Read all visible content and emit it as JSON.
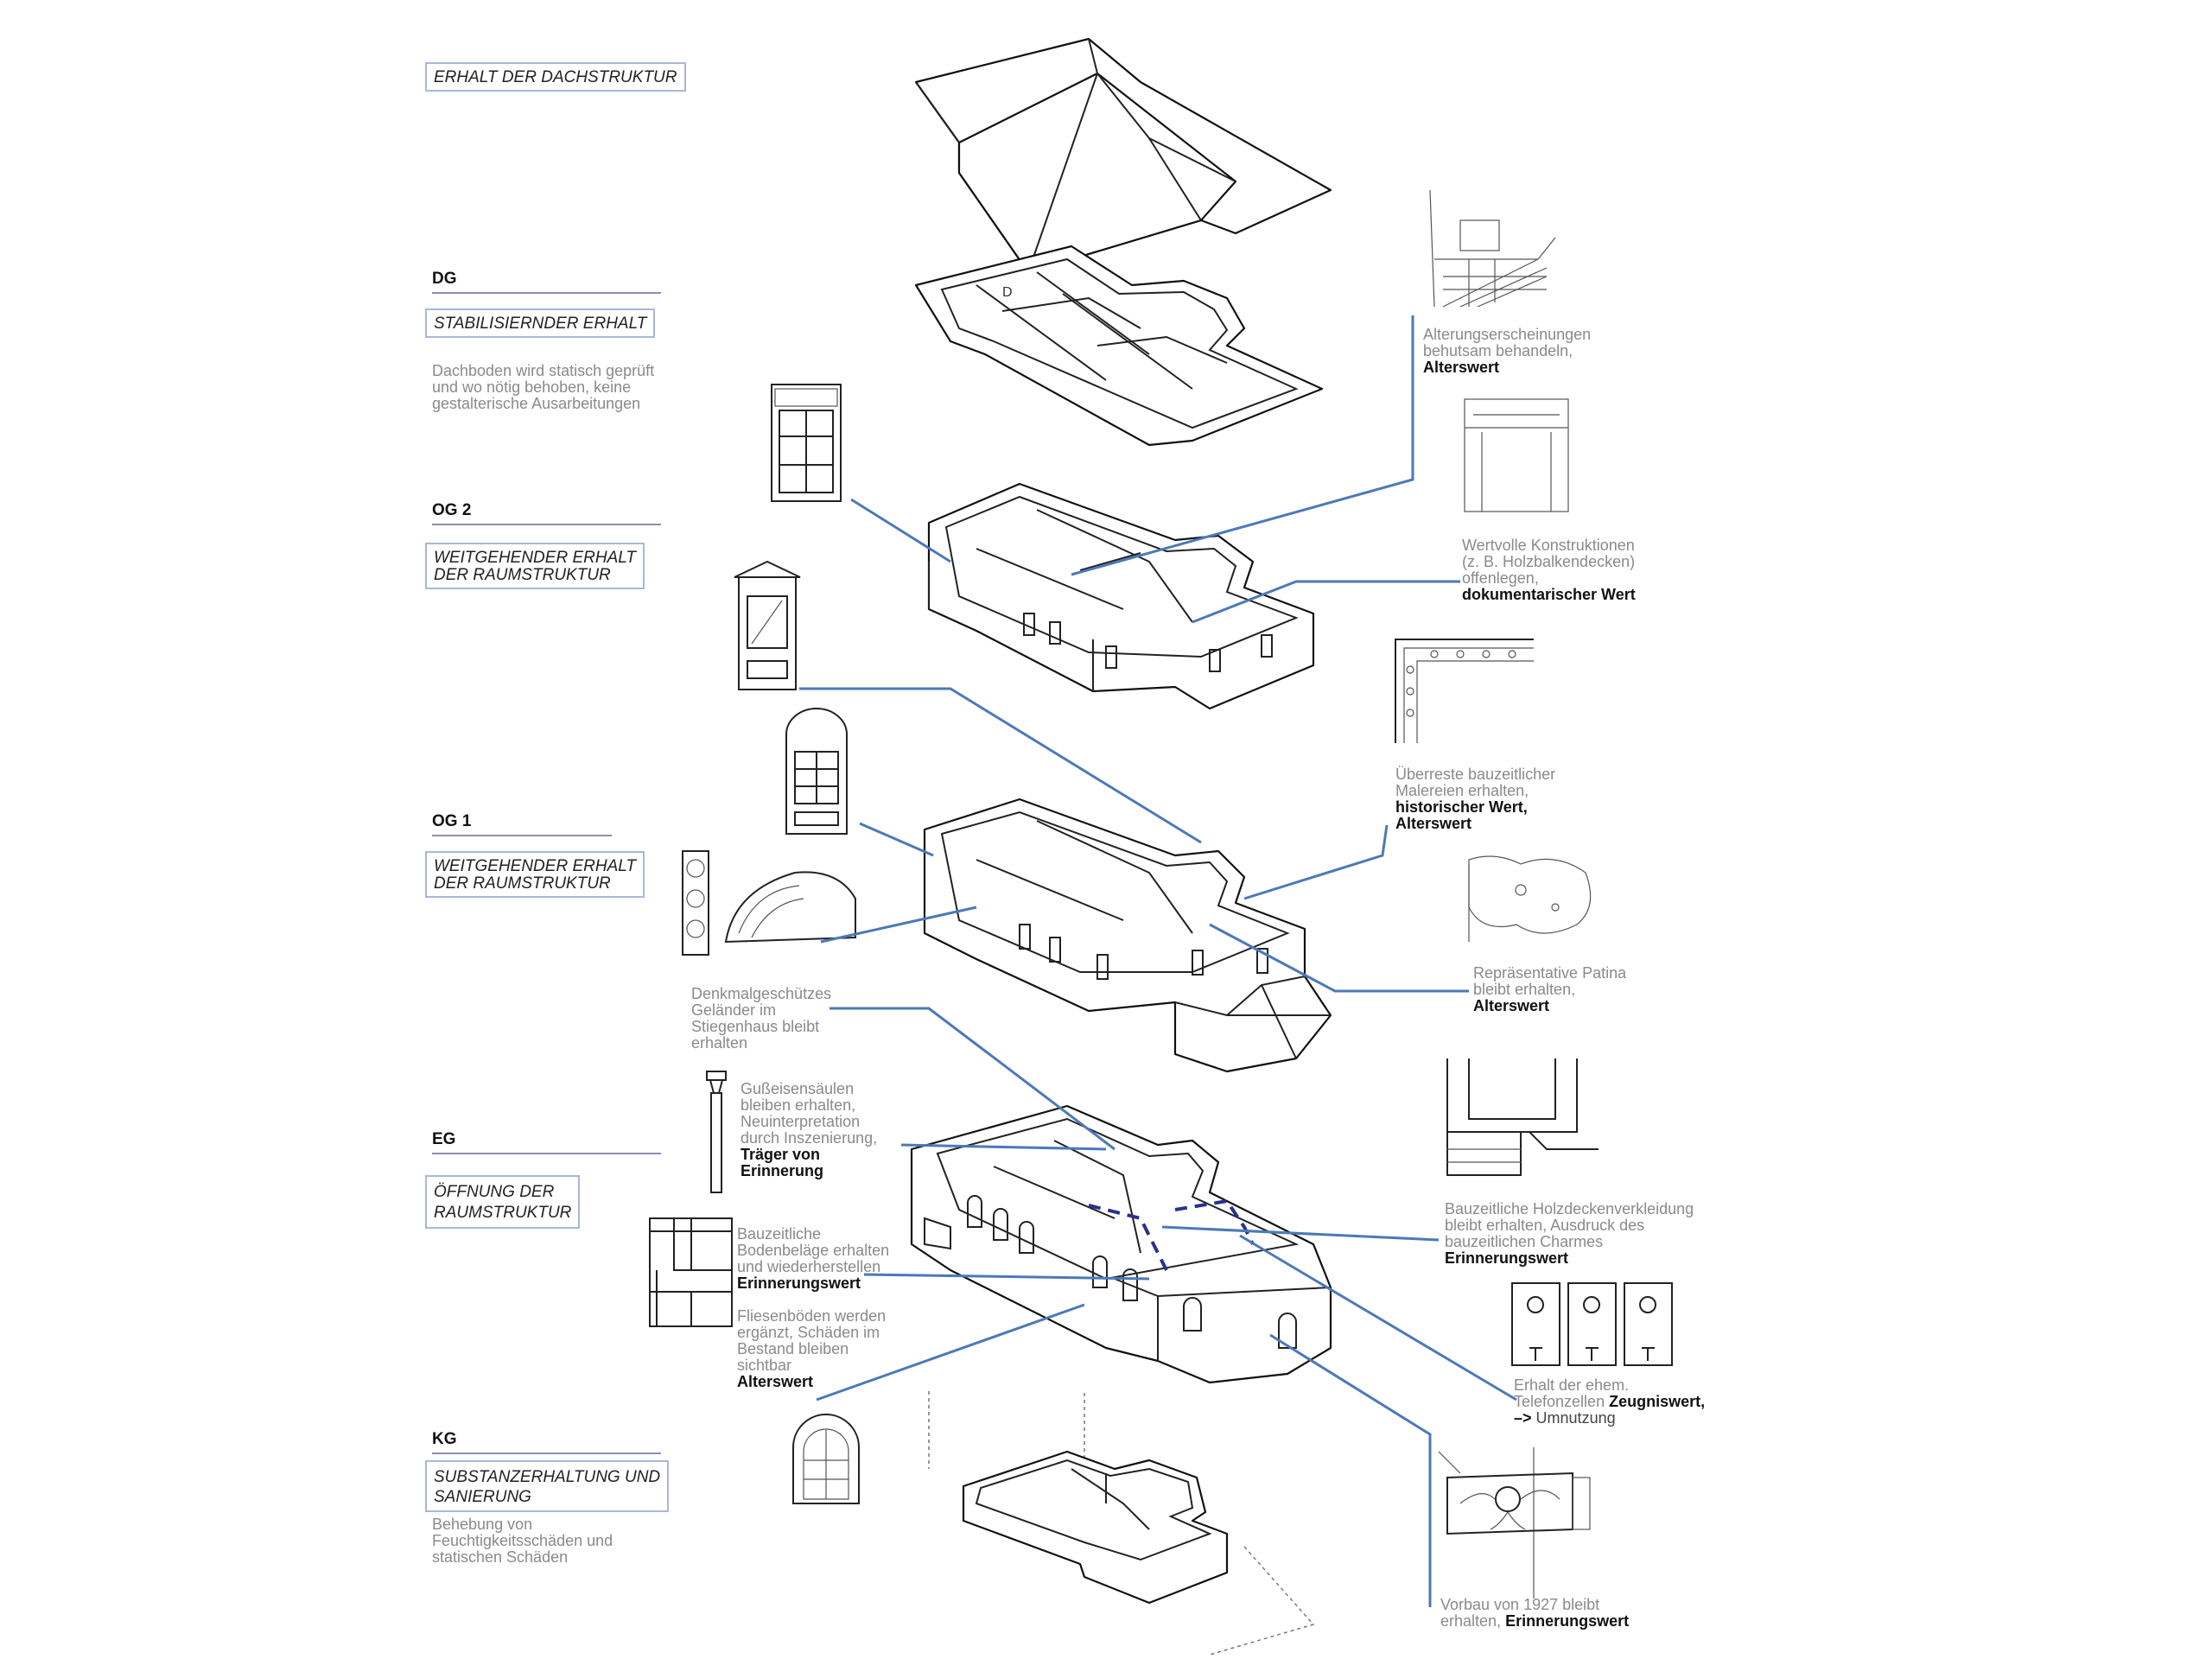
{
  "colors": {
    "leader_line": "#4c79b8",
    "box_border": "#a9b8d6",
    "floor_rule": "#8a8fb0",
    "note_text": "#8a8a8a",
    "emphasis": "#111111",
    "accent_dashed": "#2b2f8f"
  },
  "levels": [
    {
      "floor": "",
      "strategy": "ERHALT DER DACHSTRUKTUR",
      "description": ""
    },
    {
      "floor": "DG",
      "strategy": "STABILISIERNDER ERHALT",
      "description": "Dachboden wird statisch geprüft\nund wo nötig behoben, keine\ngestalterische Ausarbeitungen"
    },
    {
      "floor": "OG 2",
      "strategy": "WEITGEHENDER ERHALT\nDER RAUMSTRUKTUR",
      "description": ""
    },
    {
      "floor": "OG 1",
      "strategy": "WEITGEHENDER ERHALT\nDER RAUMSTRUKTUR",
      "description": ""
    },
    {
      "floor": "EG",
      "strategy": "ÖFFNUNG DER\nRAUMSTRUKTUR",
      "description": ""
    },
    {
      "floor": "KG",
      "strategy": "SUBSTANZERHALTUNG UND\nSANIERUNG",
      "description": "Behebung von\nFeuchtigkeitsschäden und\nstatischen Schäden"
    }
  ],
  "annotations_left": [
    {
      "text": "Denkmalgeschützes\nGeländer im\nStiegenhaus bleibt\nerhalten",
      "value": ""
    },
    {
      "text": "Gußeisensäulen\nbleiben erhalten,\nNeuinterpretation\ndurch Inszenierung,",
      "value": "Träger von\nErinnerung"
    },
    {
      "text": "Bauzeitliche\nBodenbeläge erhalten\nund wiederherstellen",
      "value": "Erinnerungswert"
    },
    {
      "text": "Fliesenböden werden\nergänzt, Schäden im\nBestand bleiben\nsichtbar",
      "value": "Alterswert"
    }
  ],
  "annotations_right": [
    {
      "text": "Alterungserscheinungen\nbehutsam behandeln,",
      "value": "Alterswert"
    },
    {
      "text": "Wertvolle Konstruktionen\n(z. B. Holzbalkendecken)\noffenlegen,",
      "value": "dokumentarischer Wert"
    },
    {
      "text": "Überreste bauzeitlicher\nMalereien erhalten,",
      "value": "historischer Wert,\nAlterswert"
    },
    {
      "text": "Repräsentative Patina\nbleibt erhalten,",
      "value": "Alterswert"
    },
    {
      "text": "Bauzeitliche Holzdeckenverkleidung\nbleibt erhalten, Ausdruck des\nbauzeitlichen Charmes",
      "value": "Erinnerungswert"
    },
    {
      "text_line1": "Erhalt der ehem.",
      "text_line2": "Telefonzellen",
      "value": "Zeugniswert,",
      "arrow": "–>",
      "after": "Umnutzung"
    },
    {
      "text_line1": "Vorbau von 1927 bleibt",
      "text_line2": "erhalten,",
      "value": "Erinnerungswert"
    }
  ],
  "drawing_labels": {
    "attic_room": "D"
  },
  "icons": [
    "roof-drawing",
    "attic-floor-drawing",
    "og2-floor-drawing",
    "og1-floor-drawing",
    "eg-floor-drawing",
    "kg-floor-drawing",
    "window-detail",
    "staircase-railing-detail",
    "cast-iron-column-detail",
    "tile-floor-detail",
    "arched-window-detail",
    "wall-texture-sketch",
    "timber-ceiling-sketch",
    "painted-ornament-sketch",
    "patina-sketch",
    "wood-ceiling-sketch",
    "phone-booth-sketch",
    "ornament-relief-sketch"
  ]
}
